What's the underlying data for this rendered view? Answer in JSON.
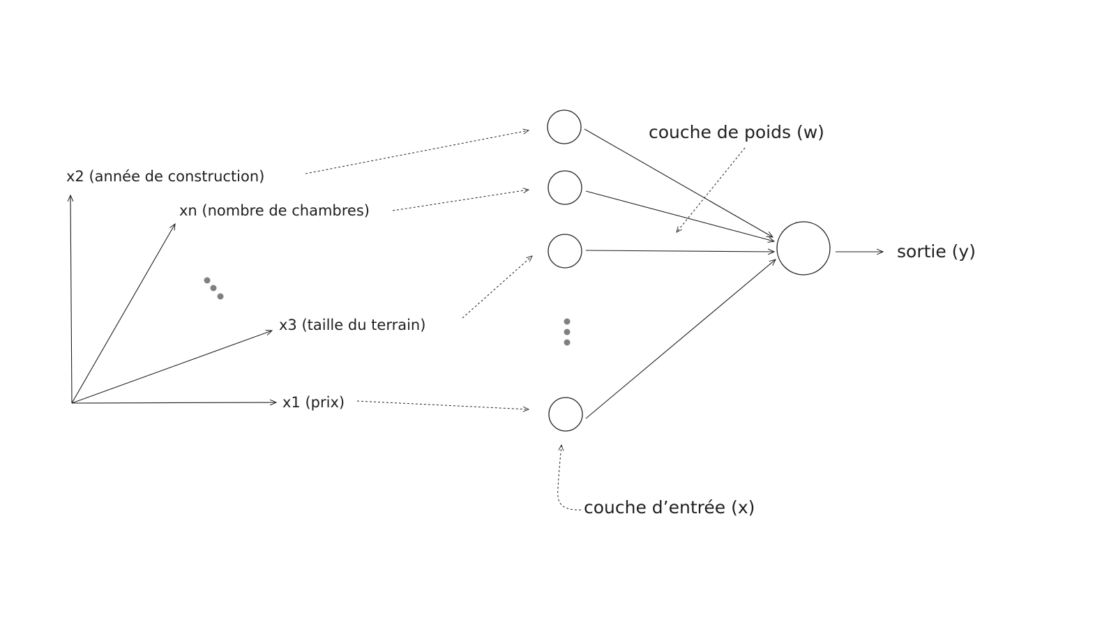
{
  "diagram": {
    "axes_labels": {
      "x2": "x2 (année de construction)",
      "xn": "xn (nombre de chambres)",
      "x3": "x3 (taille du terrain)",
      "x1": "x1 (prix)"
    },
    "annotations": {
      "weights_layer": "couche de poids (w)",
      "input_layer": "couche d’entrée (x)",
      "output": "sortie (y)"
    },
    "colors": {
      "stroke": "#1e1e1e",
      "ellipsis_dots": "#808080",
      "background": "#ffffff"
    }
  }
}
